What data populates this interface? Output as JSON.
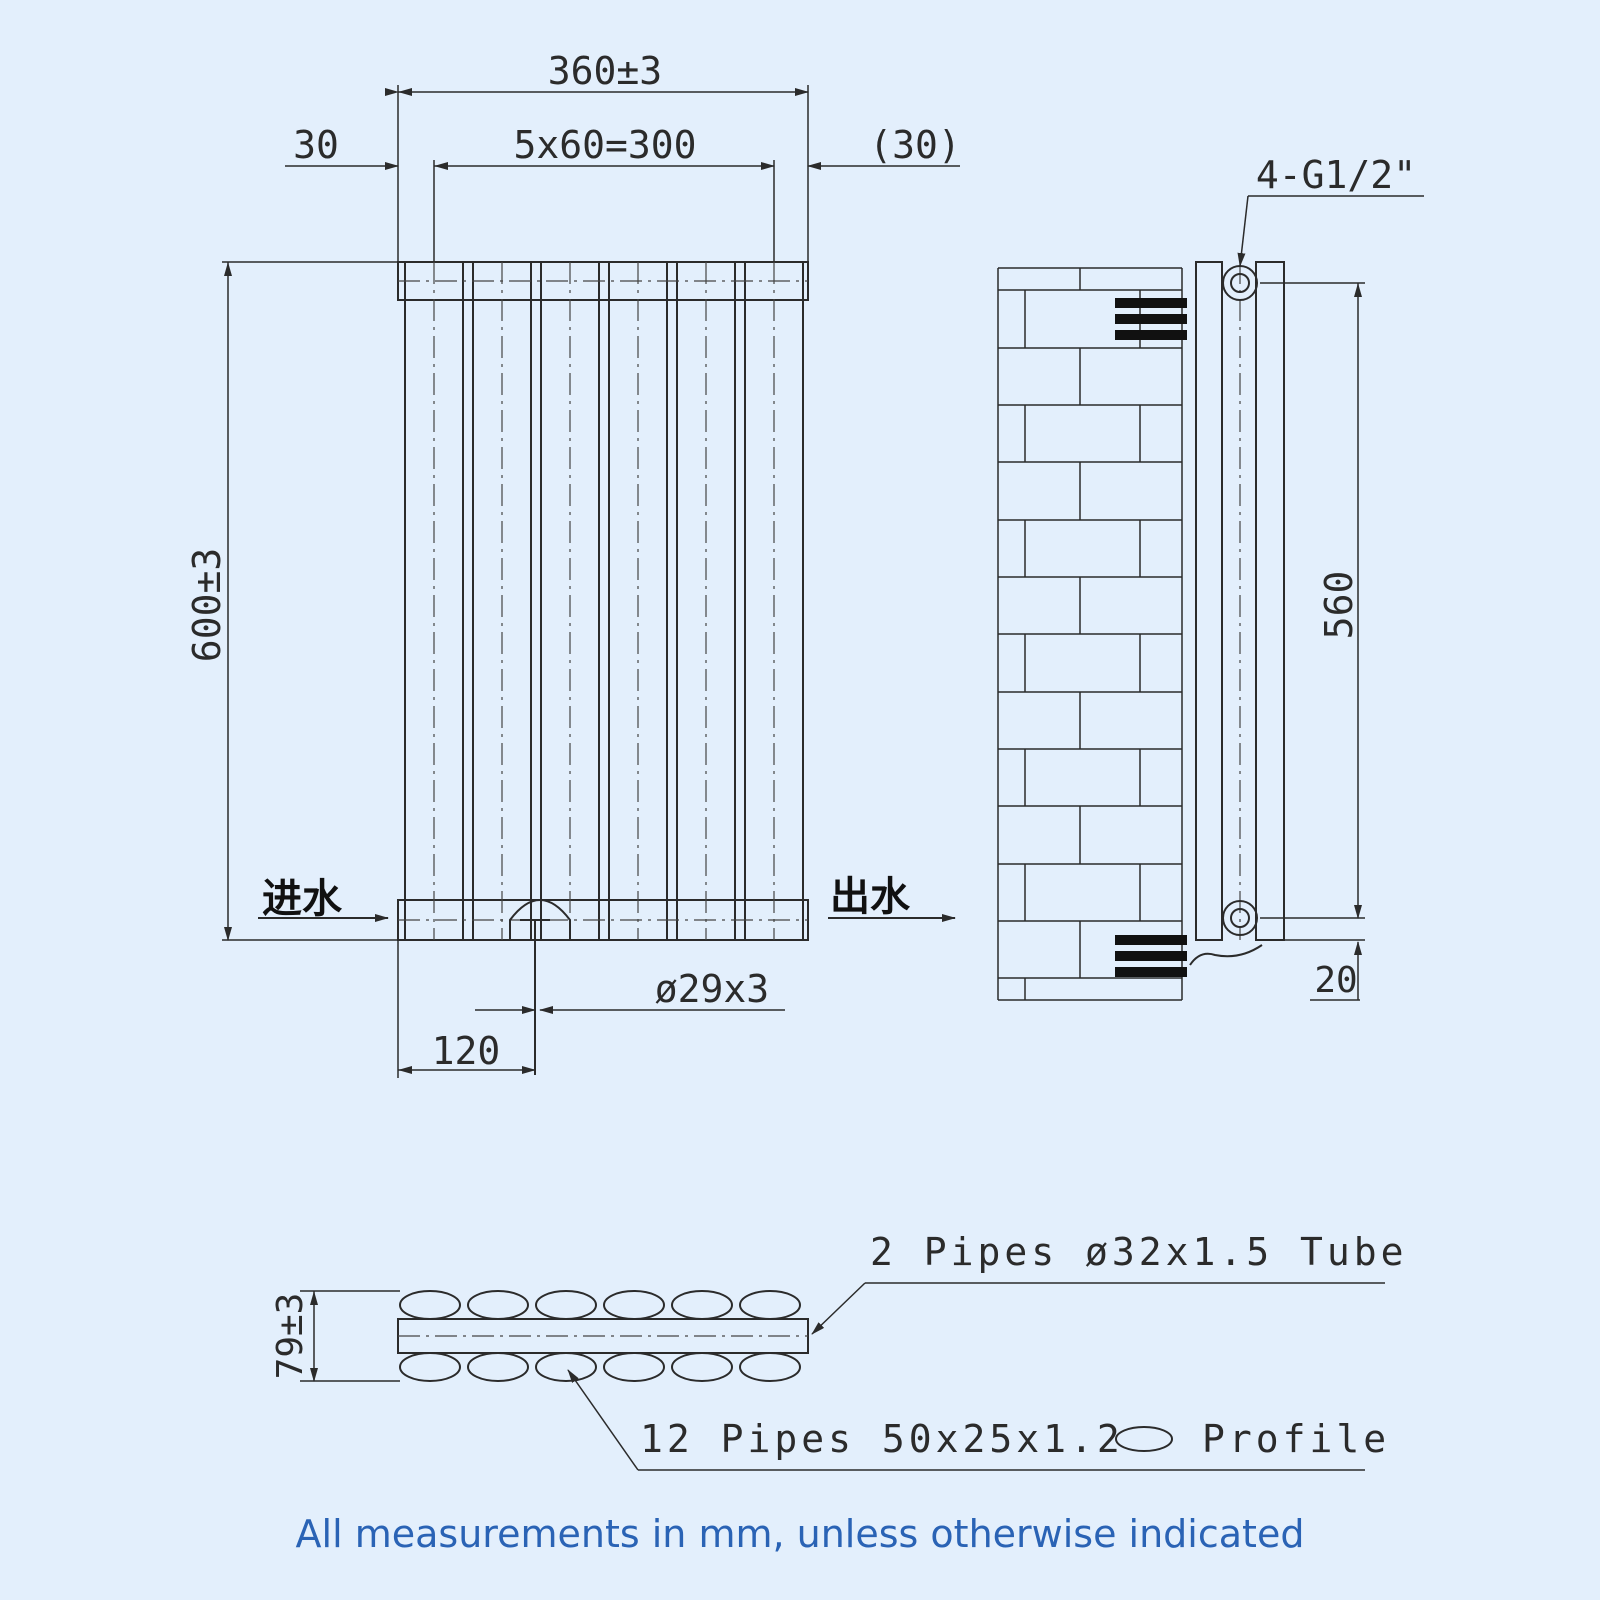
{
  "dimensions": {
    "overall_width": "360±3",
    "left_offset": "30",
    "spacing": "5x60=300",
    "right_offset": "(30)",
    "overall_height": "600±3",
    "center_height": "560",
    "bottom_offset": "20",
    "inlet_offset": "120",
    "tube_diameter": "ø29x3",
    "connection": "4-G1/2\"",
    "depth": "79±3"
  },
  "labels": {
    "inlet": "进水",
    "outlet": "出水",
    "header_pipes": "2  Pipes  ø32x1.5  Tube",
    "profile_pipes_a": "12  Pipes  50x25x1.2",
    "profile_pipes_b": "Profile"
  },
  "footer": "All measurements in mm, unless otherwise indicated",
  "colors": {
    "background": "#e3effc",
    "line": "#2b2b2b",
    "footer_text": "#2a63b5"
  }
}
